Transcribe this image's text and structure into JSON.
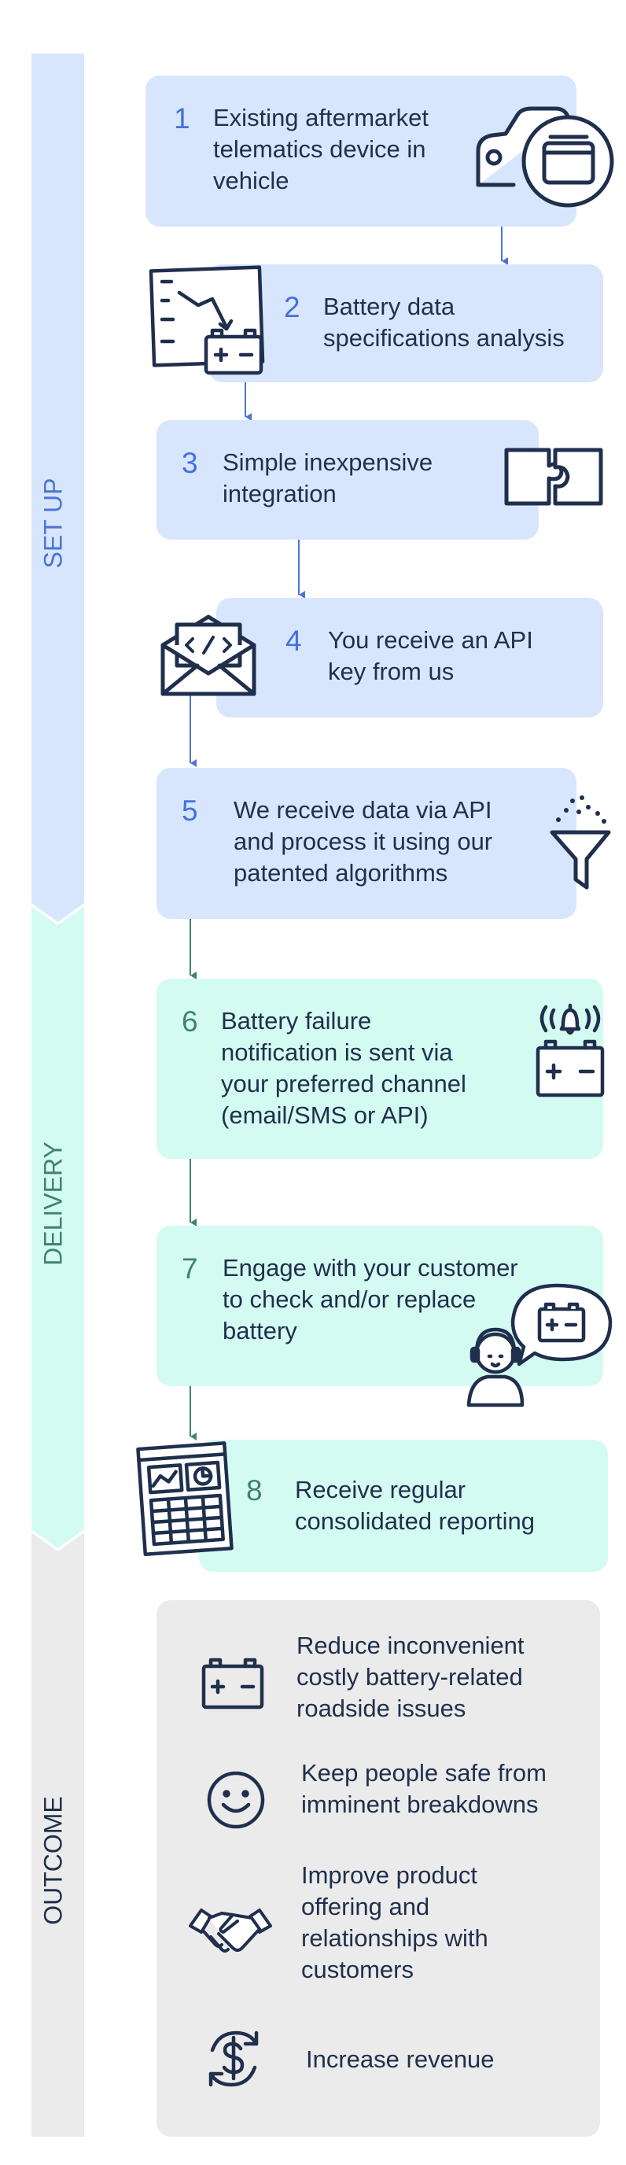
{
  "phases": {
    "setup": {
      "label": "SET UP",
      "color": "#d8e6fd",
      "text_color": "#4a74d6"
    },
    "delivery": {
      "label": "DELIVERY",
      "color": "#d4fbf1",
      "text_color": "#3f8272"
    },
    "outcome": {
      "label": "OUTCOME",
      "color": "#ebebeb",
      "text_color": "#1f2f4d"
    }
  },
  "steps": [
    {
      "number": "1",
      "text": "Existing aftermarket\ntelematics device in\nvehicle",
      "icon": "car-telematics-icon"
    },
    {
      "number": "2",
      "text": "Battery data\nspecifications analysis",
      "icon": "chart-battery-icon"
    },
    {
      "number": "3",
      "text": "Simple inexpensive\nintegration",
      "icon": "puzzle-icon"
    },
    {
      "number": "4",
      "text": "You receive an API\nkey from us",
      "icon": "envelope-code-icon"
    },
    {
      "number": "5",
      "text": "We receive data via API\nand process it using our\npatented algorithms",
      "icon": "funnel-icon"
    },
    {
      "number": "6",
      "text": "Battery failure\nnotification is sent via\nyour preferred channel\n(email/SMS or API)",
      "icon": "battery-alarm-icon"
    },
    {
      "number": "7",
      "text": "Engage with your customer\nto check and/or replace\nbattery",
      "icon": "support-agent-icon"
    },
    {
      "number": "8",
      "text": "Receive regular\nconsolidated reporting",
      "icon": "report-dashboard-icon"
    }
  ],
  "outcomes": [
    {
      "text": "Reduce inconvenient\ncostly battery-related\nroadside issues",
      "icon": "battery-icon"
    },
    {
      "text": "Keep people safe from\nimminent breakdowns",
      "icon": "smiley-icon"
    },
    {
      "text": "Improve product\noffering and\nrelationships with\ncustomers",
      "icon": "handshake-icon"
    },
    {
      "text": "Increase revenue",
      "icon": "dollar-cycle-icon"
    }
  ],
  "colors": {
    "navy": "#1f2f4d",
    "arrow_blue": "#4a74d6",
    "arrow_teal": "#3f8272",
    "number_blue": "#4470dc",
    "number_teal": "#3f8272"
  }
}
